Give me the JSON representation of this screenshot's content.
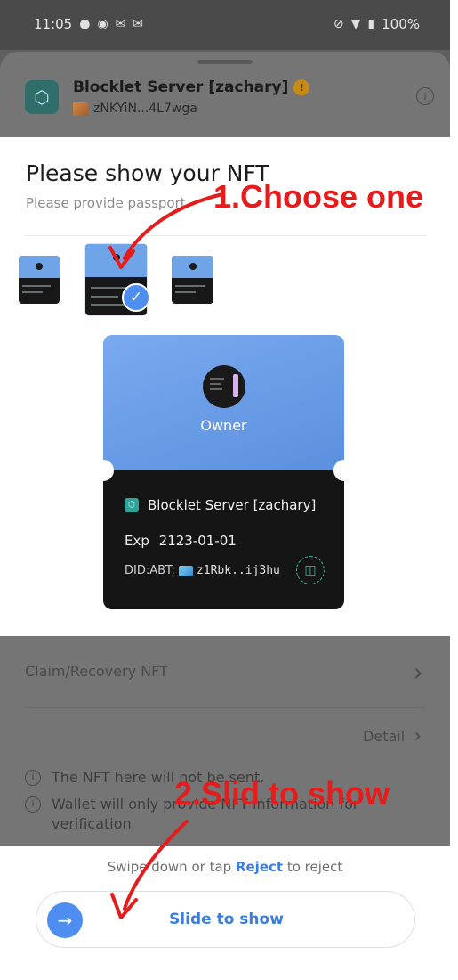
{
  "status_bar": {
    "time": "11:05",
    "left_icons": [
      "chat-bubble-icon",
      "circle-icon",
      "gmail-icon",
      "gmail-icon"
    ],
    "battery": "100%"
  },
  "app": {
    "name": "Blocklet Server [zachary]",
    "did": "zNKYiN...4L7wga"
  },
  "request": {
    "title": "Please show your NFT",
    "subtitle": "Please provide passport"
  },
  "nft_card": {
    "role": "Owner",
    "app_name": "Blocklet Server [zachary]",
    "exp_label": "Exp",
    "exp_value": "2123-01-01",
    "did_label": "DID:ABT:",
    "did_value": "z1Rbk..ij3hu"
  },
  "rows": {
    "claim": "Claim/Recovery NFT",
    "detail": "Detail"
  },
  "notes": [
    "The NFT here will not be sent.",
    "Wallet will only provide NFT information for verification"
  ],
  "bottom": {
    "swipe_prefix": "Swipe down or tap",
    "reject": "Reject",
    "swipe_suffix": "to reject",
    "slide_label": "Slide to show"
  },
  "annotations": {
    "step1": "1.Choose one",
    "step2": "2.Slid to show"
  },
  "colors": {
    "accent": "#4d8ef0",
    "annotation": "#e61c1c"
  }
}
